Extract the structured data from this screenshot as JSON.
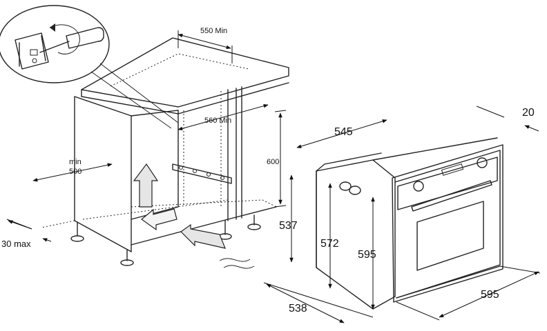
{
  "dimensions": {
    "depth_550_min": "550 Min",
    "width_560_min": "560 Min",
    "height_600": "600",
    "min_label": "min",
    "min_500": "500",
    "max_30": "30 max",
    "oven_545": "545",
    "oven_20": "20",
    "oven_537": "537",
    "oven_572": "572",
    "oven_595_h": "595",
    "oven_538": "538",
    "oven_595_w": "595"
  },
  "icons": {
    "screwdriver": "screwdriver-icon",
    "rotation": "rotation-arrow-icon",
    "airflow_up": "arrow-up-icon",
    "airflow_in": "arrow-right-icon"
  }
}
